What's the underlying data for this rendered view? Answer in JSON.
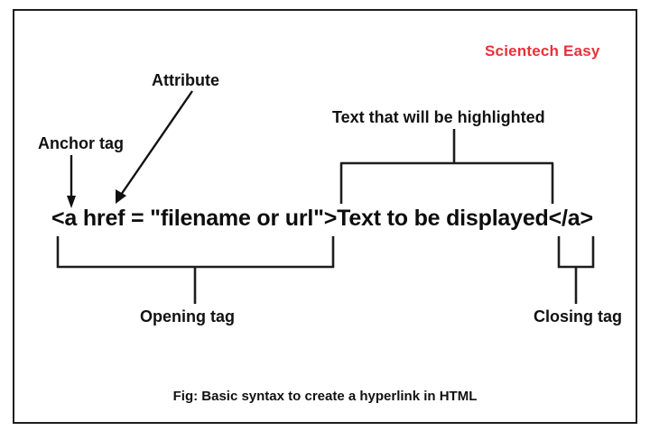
{
  "figure": {
    "watermark": "Scientech Easy",
    "caption": "Fig: Basic syntax to create a hyperlink in HTML",
    "code_line": "<a href = \"filename or url\">Text to be displayed</a>",
    "annotations": {
      "attribute": "Attribute",
      "anchor_tag": "Anchor tag",
      "highlighted_text": "Text that will be highlighted",
      "opening_tag": "Opening tag",
      "closing_tag": "Closing tag"
    },
    "colors": {
      "watermark": "#e8313a",
      "ink": "#111111",
      "border": "#1d1d1d",
      "background": "#ffffff"
    }
  }
}
